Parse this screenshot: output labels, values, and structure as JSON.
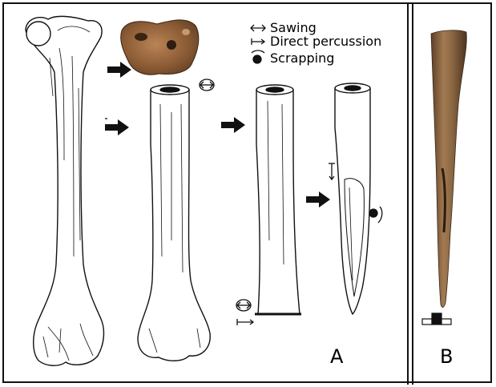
{
  "legend": {
    "items": [
      {
        "icon": "double-arrow-icon",
        "label": "Sawing"
      },
      {
        "icon": "tick-arrow-icon",
        "label": "Direct percussion"
      },
      {
        "icon": "dot-curl-icon",
        "label": "Scrapping"
      }
    ]
  },
  "panels": {
    "a_label": "A",
    "b_label": "B"
  },
  "colors": {
    "line": "#111111",
    "bone_fill": "#ffffff",
    "epiphysis_photo": "#8a5a34",
    "artifact_photo": "#7a5a3a"
  }
}
